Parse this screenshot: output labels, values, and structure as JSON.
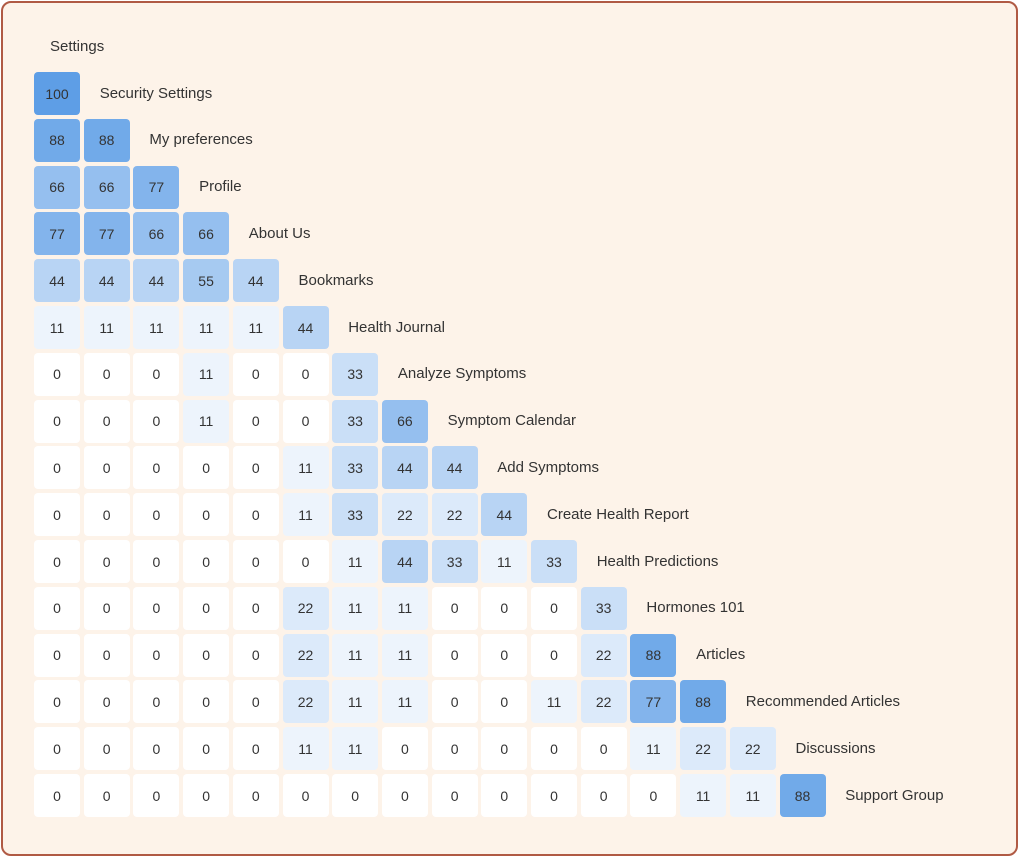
{
  "chart_data": {
    "type": "heatmap",
    "title": "",
    "top_label": "Settings",
    "rows": [
      {
        "label": "Security Settings",
        "values": [
          100
        ]
      },
      {
        "label": "My preferences",
        "values": [
          88,
          88
        ]
      },
      {
        "label": "Profile",
        "values": [
          66,
          66,
          77
        ]
      },
      {
        "label": "About Us",
        "values": [
          77,
          77,
          66,
          66
        ]
      },
      {
        "label": "Bookmarks",
        "values": [
          44,
          44,
          44,
          55,
          44
        ]
      },
      {
        "label": "Health Journal",
        "values": [
          11,
          11,
          11,
          11,
          11,
          44
        ]
      },
      {
        "label": "Analyze Symptoms",
        "values": [
          0,
          0,
          0,
          11,
          0,
          0,
          33
        ]
      },
      {
        "label": "Symptom Calendar",
        "values": [
          0,
          0,
          0,
          11,
          0,
          0,
          33,
          66
        ]
      },
      {
        "label": "Add Symptoms",
        "values": [
          0,
          0,
          0,
          0,
          0,
          11,
          33,
          44,
          44
        ]
      },
      {
        "label": "Create Health Report",
        "values": [
          0,
          0,
          0,
          0,
          0,
          11,
          33,
          22,
          22,
          44
        ]
      },
      {
        "label": "Health Predictions",
        "values": [
          0,
          0,
          0,
          0,
          0,
          0,
          11,
          44,
          33,
          11,
          33
        ]
      },
      {
        "label": "Hormones 101",
        "values": [
          0,
          0,
          0,
          0,
          0,
          22,
          11,
          11,
          0,
          0,
          0,
          33
        ]
      },
      {
        "label": "Articles",
        "values": [
          0,
          0,
          0,
          0,
          0,
          22,
          11,
          11,
          0,
          0,
          0,
          22,
          88
        ]
      },
      {
        "label": "Recommended Articles",
        "values": [
          0,
          0,
          0,
          0,
          0,
          22,
          11,
          11,
          0,
          0,
          11,
          22,
          77,
          88
        ]
      },
      {
        "label": "Discussions",
        "values": [
          0,
          0,
          0,
          0,
          0,
          11,
          11,
          0,
          0,
          0,
          0,
          0,
          11,
          22,
          22
        ]
      },
      {
        "label": "Support Group",
        "values": [
          0,
          0,
          0,
          0,
          0,
          0,
          0,
          0,
          0,
          0,
          0,
          0,
          0,
          11,
          11,
          88
        ]
      }
    ],
    "value_range": [
      0,
      100
    ],
    "color_scale": [
      "#ffffff",
      "#5e9ee6"
    ]
  }
}
